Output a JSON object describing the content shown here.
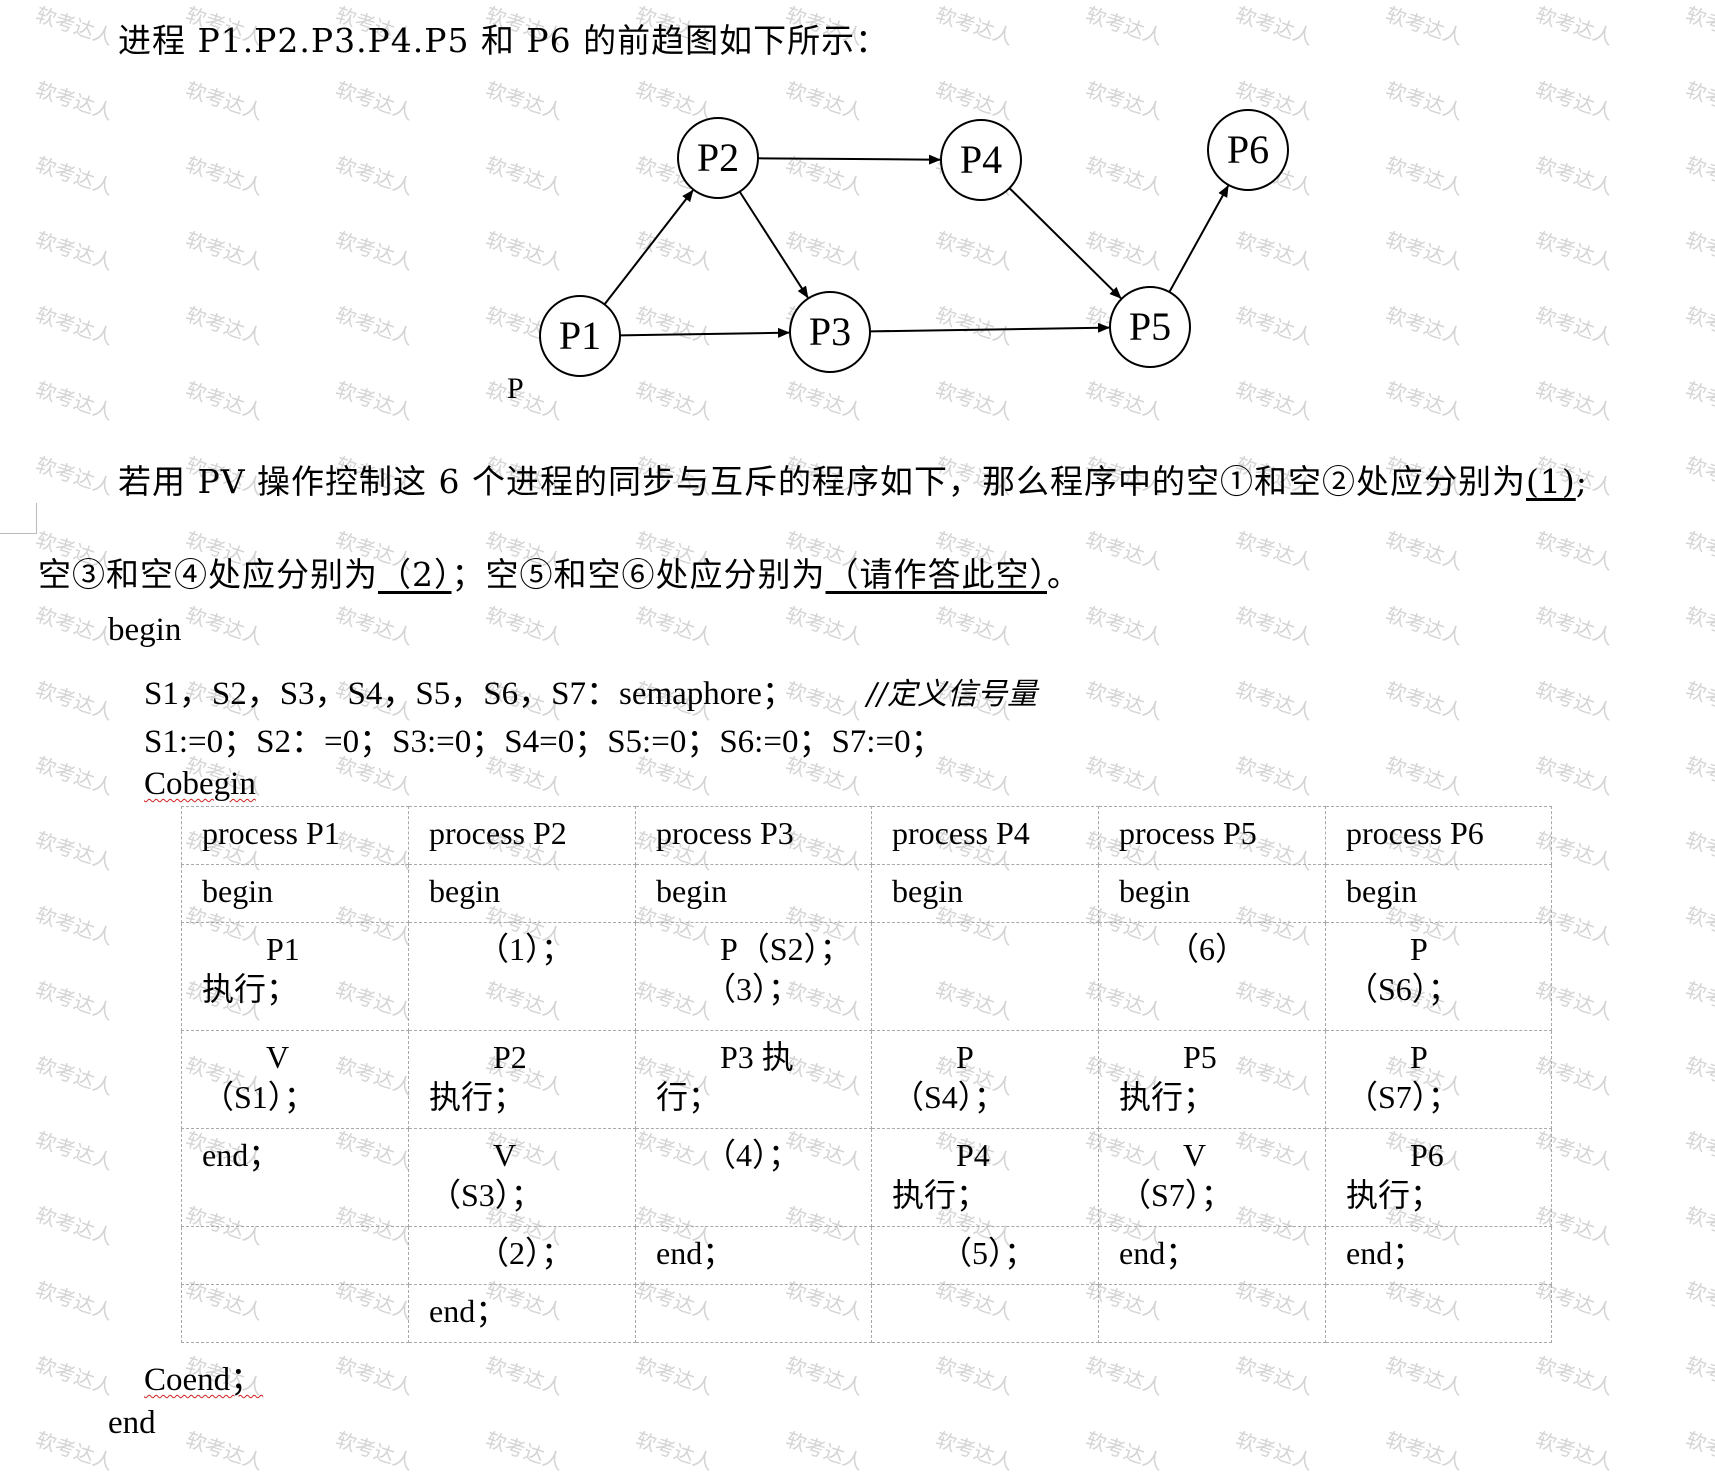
{
  "intro": "进程 P1.P2.P3.P4.P5 和 P6 的前趋图如下所示：",
  "diagram": {
    "nodes": [
      "P1",
      "P2",
      "P3",
      "P4",
      "P5",
      "P6"
    ],
    "edges": [
      [
        "P1",
        "P2"
      ],
      [
        "P1",
        "P3"
      ],
      [
        "P2",
        "P3"
      ],
      [
        "P2",
        "P4"
      ],
      [
        "P3",
        "P5"
      ],
      [
        "P4",
        "P5"
      ],
      [
        "P5",
        "P6"
      ]
    ],
    "stray_label": "P"
  },
  "question": {
    "line1_text": "若用 PV 操作控制这 6 个进程的同步与互斥的程序如下，那么程序中的空①和空②处应分别为",
    "blank1": "(1)",
    "line1_end": ";",
    "line2_a": "空③和空④处应分别为",
    "blank2": "（2）",
    "line2_b": "；空⑤和空⑥处应分别为",
    "blank3": "（请作答此空）",
    "line2_end": "。"
  },
  "program": {
    "begin": "begin",
    "decl": "S1，S2，S3，S4，S5，S6，S7：semaphore；",
    "decl_comment": "//定义信号量",
    "init": "S1:=0；S2：=0；S3:=0；S4=0；S5:=0；S6:=0；S7:=0；",
    "cobegin": "Cobegin",
    "coend": "Coend；",
    "end": "end"
  },
  "table": {
    "rows": [
      [
        "process P1",
        "process P2",
        "process P3",
        "process P4",
        "process P5",
        "process P6"
      ],
      [
        "begin",
        "begin",
        "begin",
        "begin",
        "begin",
        "begin"
      ],
      [
        "　　P1　　执行；",
        "　　（1）；",
        "　　P（S2）；\n　　（3）；",
        "",
        "　　（6）",
        "　　P（S6）；"
      ],
      [
        "　　V（S1）；",
        "　　P2　　执行；",
        "　　P3 执行；",
        "　　P（S4）；",
        "　　P5　　执行；",
        "　　P（S7）；"
      ],
      [
        "end；",
        "　　V（S3）；",
        "　　（4）；",
        "　　P4　　执行；",
        "　　V（S7）；",
        "　　P6　　执行；"
      ],
      [
        "",
        "　　（2）；",
        "end；",
        "　　（5）；",
        "end；",
        "end；"
      ],
      [
        "",
        "end；",
        "",
        "",
        "",
        ""
      ]
    ]
  },
  "watermark_text": "软考达人"
}
